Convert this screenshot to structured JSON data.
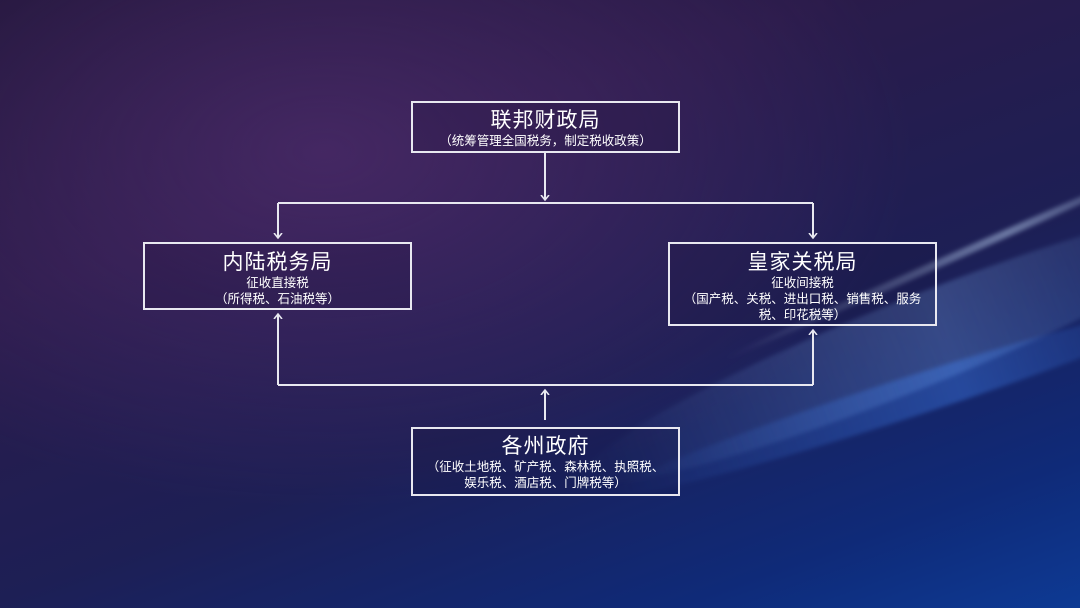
{
  "federal": {
    "title": "联邦财政局",
    "desc": "（统筹管理全国税务，制定税收政策）"
  },
  "inland": {
    "title": "内陆税务局",
    "desc1": "征收直接税",
    "desc2": "（所得税、石油税等）"
  },
  "customs": {
    "title": "皇家关税局",
    "desc1": "征收间接税",
    "desc2": "（国产税、关税、进出口税、销售税、服务税、印花税等）"
  },
  "states": {
    "title": "各州政府",
    "desc": "（征收土地税、矿产税、森林税、执照税、娱乐税、酒店税、门牌税等）"
  },
  "colors": {
    "line": "#e8e8f0",
    "text": "#ffffff"
  }
}
